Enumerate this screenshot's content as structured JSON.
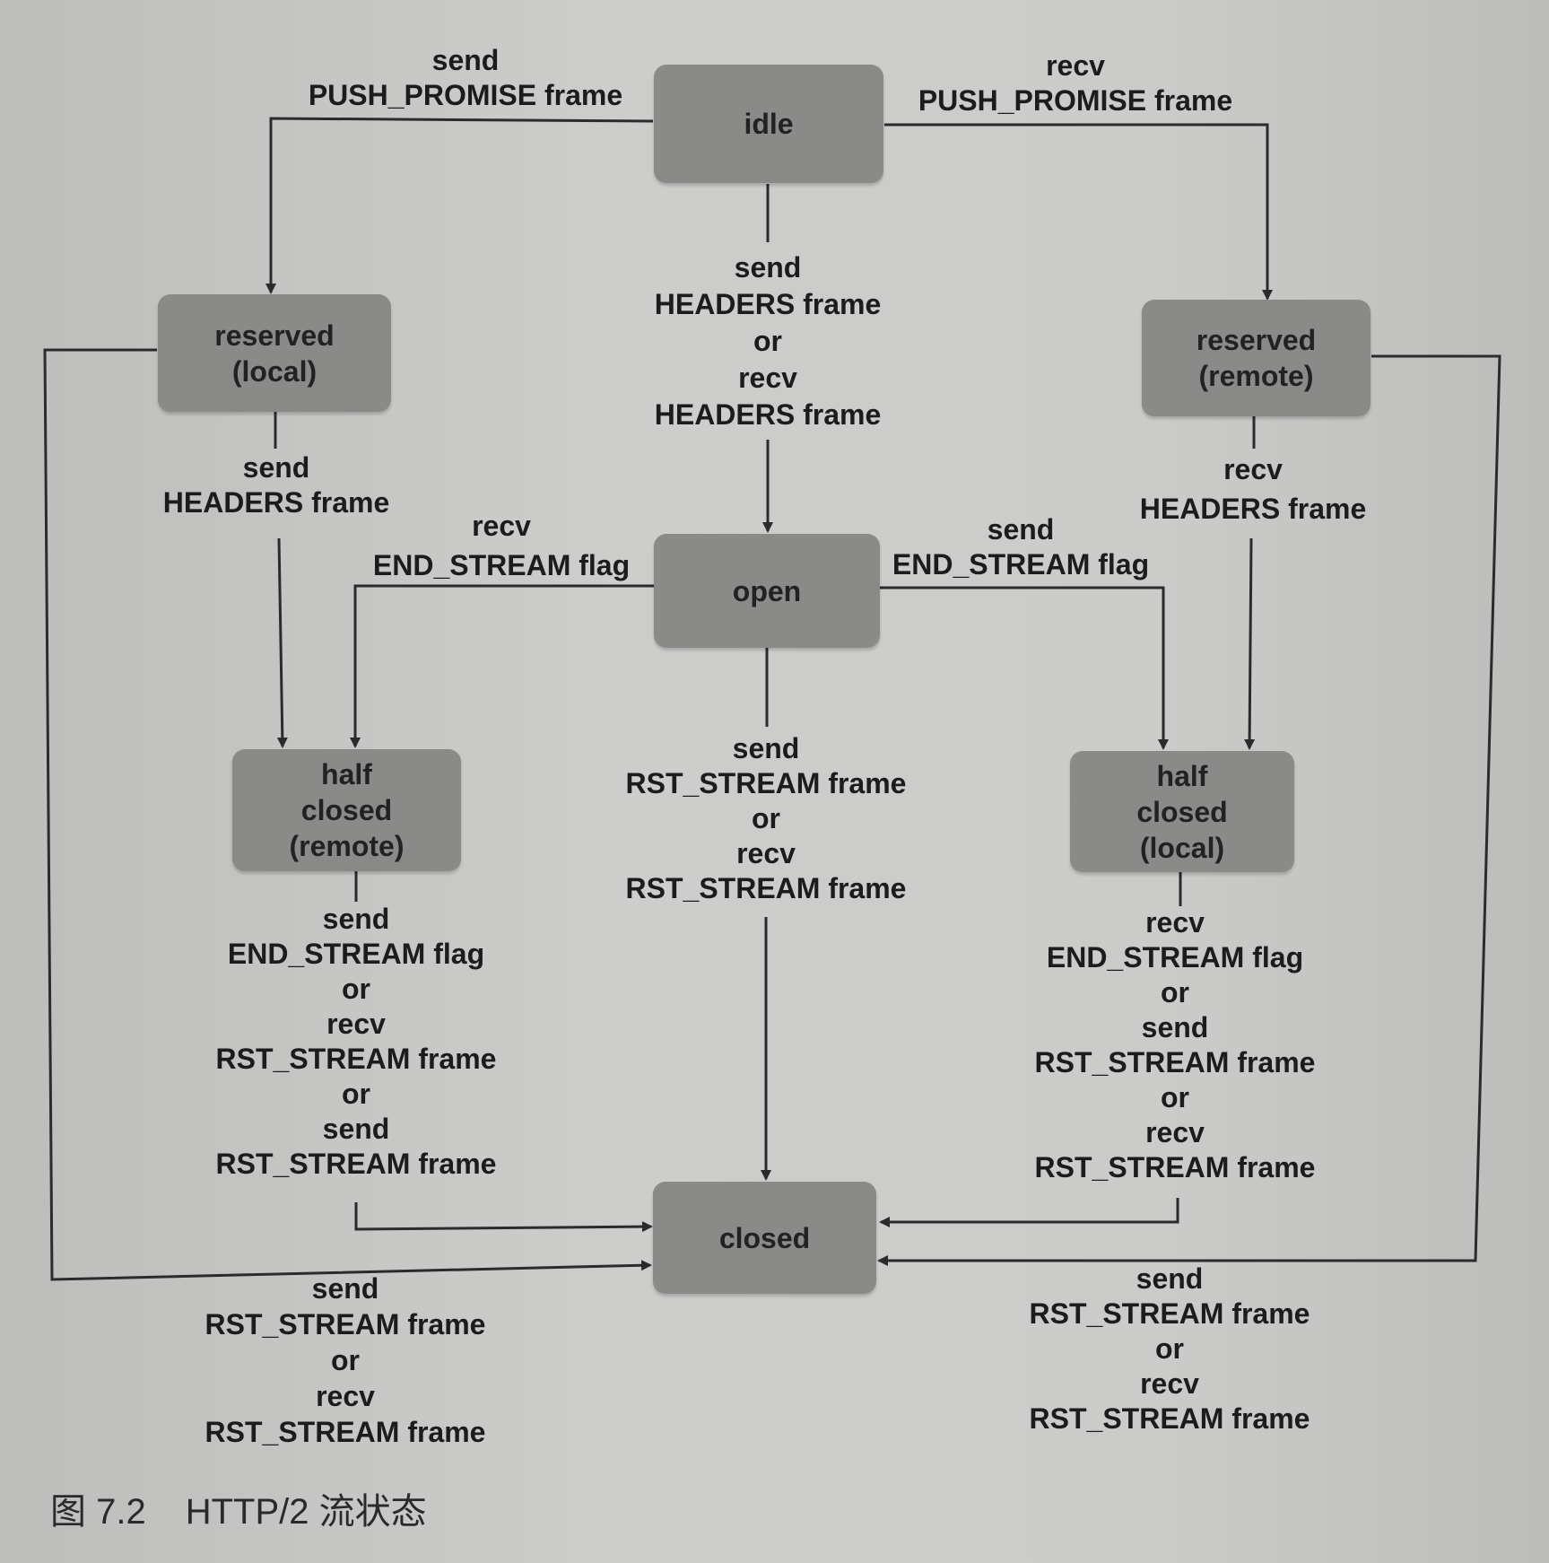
{
  "states": {
    "idle": "idle",
    "reserved_local": "reserved\n(local)",
    "reserved_remote": "reserved\n(remote)",
    "open": "open",
    "half_closed_remote": "half\nclosed\n(remote)",
    "half_closed_local": "half\nclosed\n(local)",
    "closed": "closed"
  },
  "transitions": {
    "idle_to_reserved_local": [
      "send",
      "PUSH_PROMISE frame"
    ],
    "idle_to_reserved_remote": [
      "recv",
      "PUSH_PROMISE frame"
    ],
    "idle_to_open": [
      "send",
      "HEADERS frame",
      "or",
      "recv",
      "HEADERS frame"
    ],
    "reserved_local_to_half_closed_remote": [
      "send",
      "HEADERS frame"
    ],
    "reserved_remote_to_half_closed_local": [
      "recv",
      "HEADERS frame"
    ],
    "open_to_half_closed_remote": [
      "recv",
      "END_STREAM flag"
    ],
    "open_to_half_closed_local": [
      "send",
      "END_STREAM flag"
    ],
    "open_to_closed": [
      "send",
      "RST_STREAM frame",
      "or",
      "recv",
      "RST_STREAM frame"
    ],
    "half_closed_remote_to_closed": [
      "send",
      "END_STREAM flag",
      "or",
      "recv",
      "RST_STREAM frame",
      "or",
      "send",
      "RST_STREAM frame"
    ],
    "half_closed_local_to_closed": [
      "recv",
      "END_STREAM flag",
      "or",
      "send",
      "RST_STREAM frame",
      "or",
      "recv",
      "RST_STREAM frame"
    ],
    "reserved_local_to_closed": [
      "send",
      "RST_STREAM frame",
      "or",
      "recv",
      "RST_STREAM frame"
    ],
    "reserved_remote_to_closed": [
      "send",
      "RST_STREAM frame",
      "or",
      "recv",
      "RST_STREAM frame"
    ]
  },
  "caption": {
    "number": "图 7.2",
    "title": "HTTP/2 流状态"
  },
  "colors": {
    "node_fill": "#8a8a88",
    "line": "#2b2b2b",
    "paper": "#c9c9c7"
  }
}
